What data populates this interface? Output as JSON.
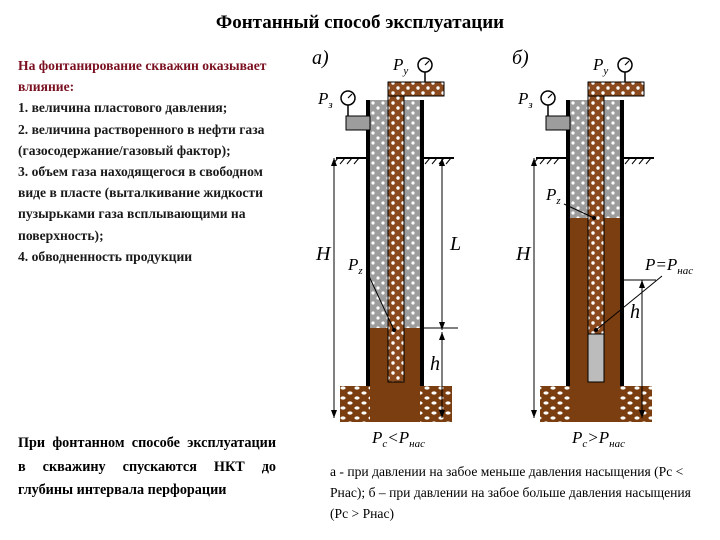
{
  "title": "Фонтанный способ эксплуатации",
  "intro": {
    "lead": "На фонтанирование скважин оказывает влияние:",
    "items": [
      "1. величина пластового давления;",
      "2. величина растворенного в нефти газа (газосодержание/газовый фактор);",
      "3. объем газа находящегося в свободном виде в пласте (выталкивание жидкости пузырьками газа всплывающими на поверхность);",
      "4. обводненность продукции"
    ]
  },
  "note": "При фонтанном способе эксплуатации в скважину спускаются НКТ до глубины интервала перфорации",
  "caption": "а - при давлении на забое меньше давления насыщения (Рс < Рнас); б – при давлении на забое больше давления насыщения (Рс > Рнас)",
  "diagram": {
    "panel_a": {
      "tag": "а)",
      "py_main": "P",
      "py_sub": "у",
      "pz_main": "P",
      "pz_sub": "з",
      "pzz_main": "P",
      "pzz_sub": "z",
      "h_label": "H",
      "l_label": "L",
      "hh_label": "h",
      "bottom_main": "P",
      "bottom_sub": "с",
      "bottom_op": "<",
      "bottom_main2": "P",
      "bottom_sub2": "нас"
    },
    "panel_b": {
      "tag": "б)",
      "py_main": "P",
      "py_sub": "у",
      "pz_main": "P",
      "pz_sub": "з",
      "pzz_main": "P",
      "pzz_sub": "z",
      "h_label": "H",
      "eq_main": "P=P",
      "eq_sub": "нас",
      "hh_label": "h",
      "bottom_main": "P",
      "bottom_sub": "с",
      "bottom_op": ">",
      "bottom_main2": "P",
      "bottom_sub2": "нас"
    },
    "colors": {
      "fluid": "#7a3e10",
      "gas_column": "#b9b9b9",
      "tubing_gas": "#9a5a2a",
      "ground": "#000000"
    }
  }
}
